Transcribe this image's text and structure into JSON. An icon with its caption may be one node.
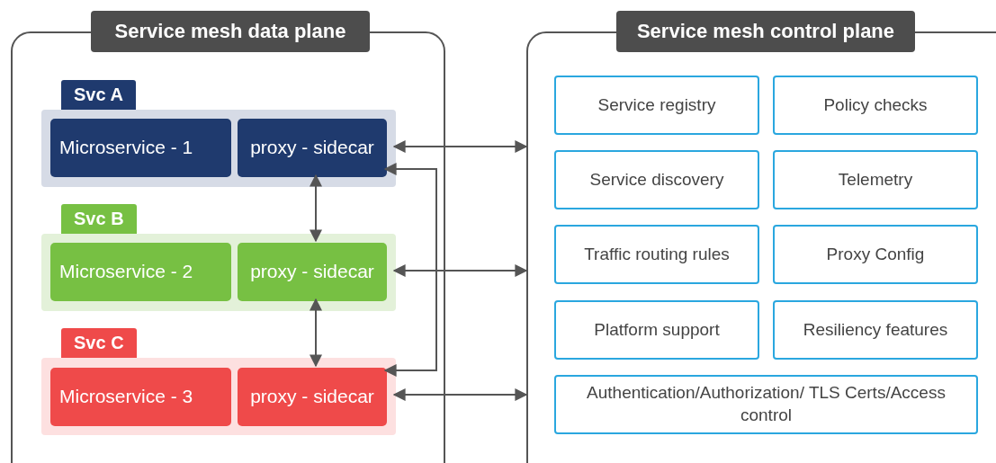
{
  "diagram": {
    "nodes": [
      {
        "text": [
          "Service mesh data plane"
        ]
      },
      {
        "text": [
          "Svc A"
        ],
        "in": 0
      },
      {
        "text": [
          "Microservice - 1"
        ],
        "in": 1
      },
      {
        "text": [
          "proxy - sidecar"
        ],
        "in": 1
      },
      {
        "text": [
          "Svc B"
        ],
        "in": 0
      },
      {
        "text": [
          "Microservice - 2"
        ],
        "in": 4
      },
      {
        "text": [
          "proxy - sidecar"
        ],
        "in": 4
      },
      {
        "text": [
          "Svc C"
        ],
        "in": 0
      },
      {
        "text": [
          "Microservice - 3"
        ],
        "in": 7
      },
      {
        "text": [
          "proxy - sidecar"
        ],
        "in": 7
      },
      {
        "text": [
          "Service mesh control plane"
        ]
      },
      {
        "text": [
          "Service registry"
        ],
        "in": 10
      },
      {
        "text": [
          "Policy checks"
        ],
        "in": 10
      },
      {
        "text": [
          "Service discovery"
        ],
        "in": 10
      },
      {
        "text": [
          "Telemetry"
        ],
        "in": 10
      },
      {
        "text": [
          "Traffic routing rules"
        ],
        "in": 10
      },
      {
        "text": [
          "Proxy Config"
        ],
        "in": 10
      },
      {
        "text": [
          "Platform support"
        ],
        "in": 10
      },
      {
        "text": [
          "Resiliency features"
        ],
        "in": 10
      },
      {
        "text": [
          "Authentication/Authorization/ TLS Certs/Access control"
        ],
        "in": 10
      }
    ],
    "edges": [
      {
        "from": 3,
        "to": 6,
        "arrow": "both"
      },
      {
        "from": 6,
        "to": 9,
        "arrow": "both"
      },
      {
        "from": 3,
        "to": 9,
        "arrow": "both"
      },
      {
        "from": 1,
        "to": 10,
        "arrow": "both"
      },
      {
        "from": 4,
        "to": 10,
        "arrow": "both"
      },
      {
        "from": 7,
        "to": 10,
        "arrow": "both"
      }
    ]
  }
}
